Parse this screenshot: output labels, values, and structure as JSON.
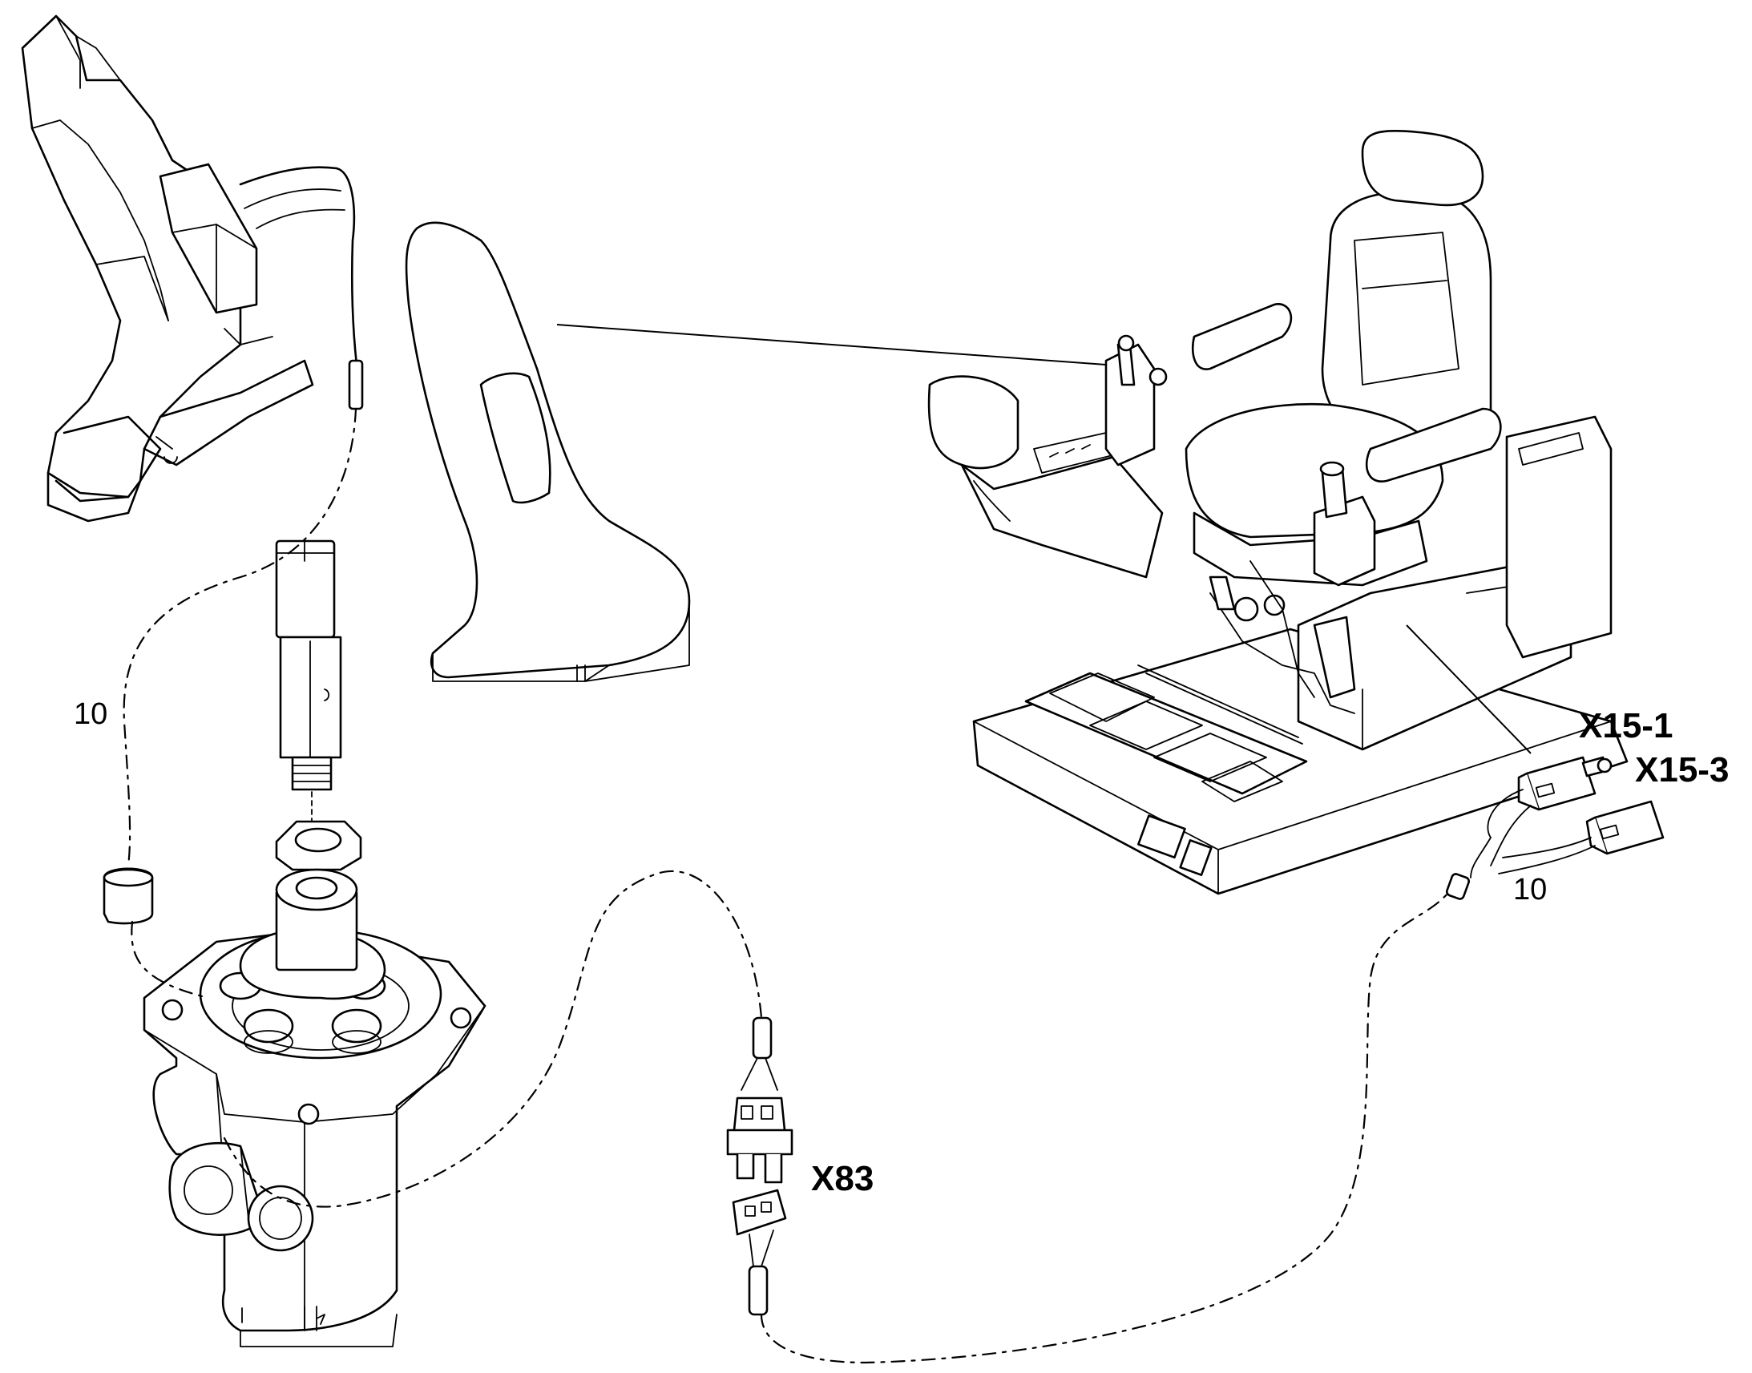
{
  "labels": {
    "x15_1": "X15-1",
    "x15_3": "X15-3",
    "x83": "X83",
    "item_10_left": "10",
    "item_10_right": "10"
  }
}
